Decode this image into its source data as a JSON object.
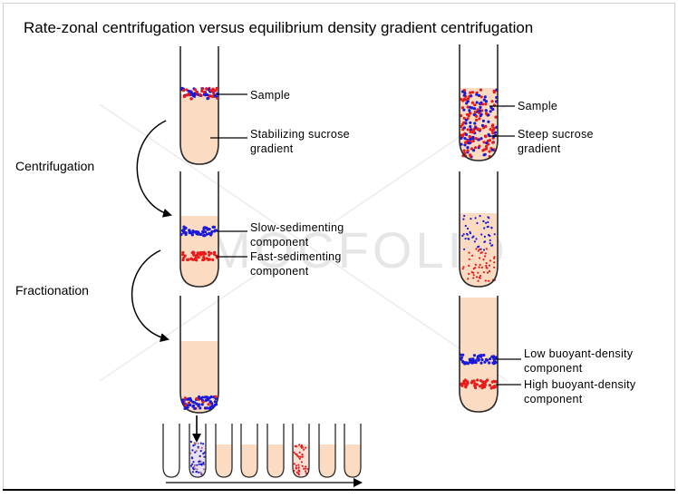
{
  "title": "Rate-zonal centrifugation versus equilibrium density gradient centrifugation",
  "watermark": "MOCFOLIO",
  "steps": {
    "centrifugation": "Centrifugation",
    "fractionation": "Fractionation"
  },
  "rate_zonal": {
    "sample": "Sample",
    "gradient_line1": "Stabilizing sucrose",
    "gradient_line2": "gradient",
    "slow_line1": "Slow-sedimenting",
    "slow_line2": "component",
    "fast_line1": "Fast-sedimenting",
    "fast_line2": "component"
  },
  "equilibrium": {
    "sample": "Sample",
    "gradient_line1": "Steep sucrose",
    "gradient_line2": "gradient",
    "low_line1": "Low buoyant-density",
    "low_line2": "component",
    "high_line1": "High buoyant-density",
    "high_line2": "component"
  },
  "colors": {
    "gradient": "#fbdcc3",
    "blue": "#1a1ad8",
    "red": "#e81a1a",
    "tube_outline": "#2a2a2a"
  }
}
